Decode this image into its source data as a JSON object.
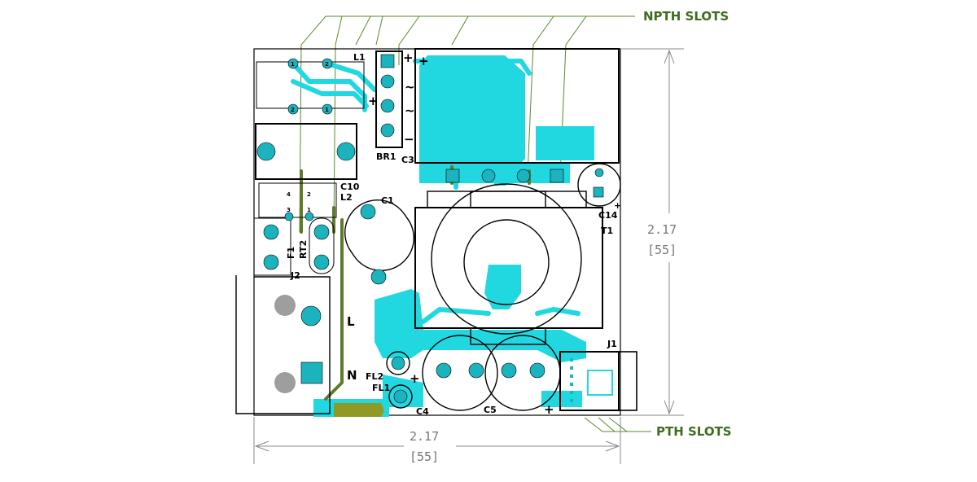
{
  "colors": {
    "copper": "#22d8e0",
    "pad": "#1bb3bd",
    "silkscreen": "#000000",
    "trace_green": "#5f7a2a",
    "drill": "#9e9e9e",
    "dimension": "#777777",
    "callout": "#5a8a2a",
    "callout_text": "#3e6d1e"
  },
  "callouts": {
    "npth": "NPTH SLOTS",
    "pth": "PTH SLOTS"
  },
  "dimensions": {
    "vertical_in": "2.17",
    "vertical_mm": "[55]",
    "horizontal_in": "2.17",
    "horizontal_mm": "[55]"
  },
  "designators": {
    "L1": "L1",
    "BR1": "BR1",
    "C3": "C3",
    "C10": "C10",
    "L2": "L2",
    "C1": "C1",
    "F1": "F1",
    "RT2": "RT2",
    "J2": "J2",
    "C14": "C14",
    "T1": "T1",
    "J1": "J1",
    "FL2": "FL2",
    "FL1": "FL1",
    "C4": "C4",
    "C5": "C5"
  },
  "net_labels": {
    "line": "L",
    "neutral": "N"
  },
  "polarity": {
    "br1_plus": "+",
    "br1_minus": "−",
    "br1_ac1": "~",
    "br1_ac2": "~",
    "br1_side": "+",
    "bulk_plus": "+",
    "c4_plus": "+",
    "c5_plus": "+",
    "c14_plus": "+"
  },
  "pin_numbers": {
    "l1_p1": "1",
    "l1_p2": "2",
    "l1_p3": "2",
    "l1_p4": "1",
    "l2_p4": "4",
    "l2_p2": "2",
    "l2_p3": "3",
    "l2_p1": "1"
  }
}
